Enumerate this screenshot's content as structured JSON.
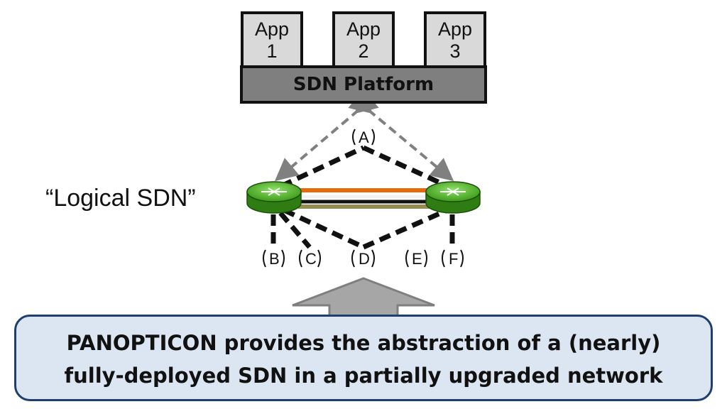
{
  "apps": [
    {
      "line1": "App",
      "line2": "1"
    },
    {
      "line1": "App",
      "line2": "2"
    },
    {
      "line1": "App",
      "line2": "3"
    }
  ],
  "platform_label": "SDN Platform",
  "logical_label": "“Logical SDN”",
  "ports": {
    "a": "A",
    "b": "B",
    "c": "C",
    "d": "D",
    "e": "E",
    "f": "F"
  },
  "callout": {
    "line1": "PANOPTICON provides the abstraction of a (nearly)",
    "line2": "fully-deployed SDN in a partially upgraded network"
  },
  "colors": {
    "app_fill": "#d9d9d9",
    "platform_fill": "#7f7f7f",
    "router_green": "#4caf1e",
    "link_orange": "#e46c0a",
    "link_olive": "#948a54",
    "control_arrow": "#808080",
    "callout_fill": "#dce6f2",
    "callout_border": "#1f3f6a"
  }
}
